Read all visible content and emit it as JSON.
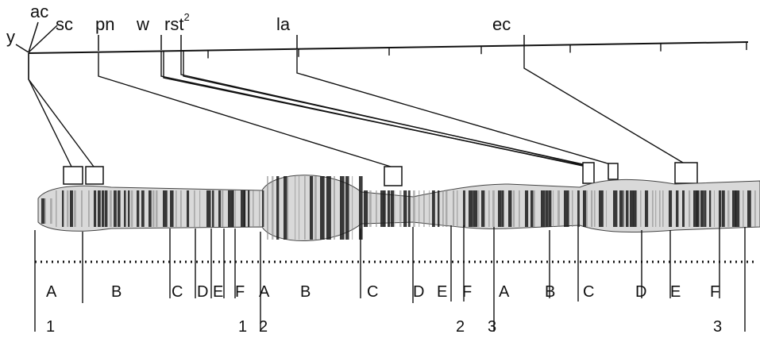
{
  "diagram": {
    "colors": {
      "ink": "#111111",
      "chromosome_light": "#d9d9d9",
      "chromosome_dark": "#1a1a1a"
    },
    "gene_labels": [
      {
        "id": "y",
        "text": "y"
      },
      {
        "id": "ac",
        "text": "ac"
      },
      {
        "id": "sc",
        "text": "sc"
      },
      {
        "id": "pn",
        "text": "pn"
      },
      {
        "id": "w",
        "text": "w"
      },
      {
        "id": "rst",
        "text": "rst",
        "superscript": "2"
      },
      {
        "id": "la",
        "text": "la"
      },
      {
        "id": "ec",
        "text": "ec"
      }
    ],
    "band_letters": [
      "A",
      "B",
      "C",
      "D",
      "E",
      "F",
      "A",
      "B",
      "C",
      "D",
      "E",
      "F",
      "A",
      "B",
      "C",
      "D",
      "E",
      "F"
    ],
    "division_numbers": [
      "1",
      "1",
      "2",
      "2",
      "3",
      "3"
    ]
  }
}
